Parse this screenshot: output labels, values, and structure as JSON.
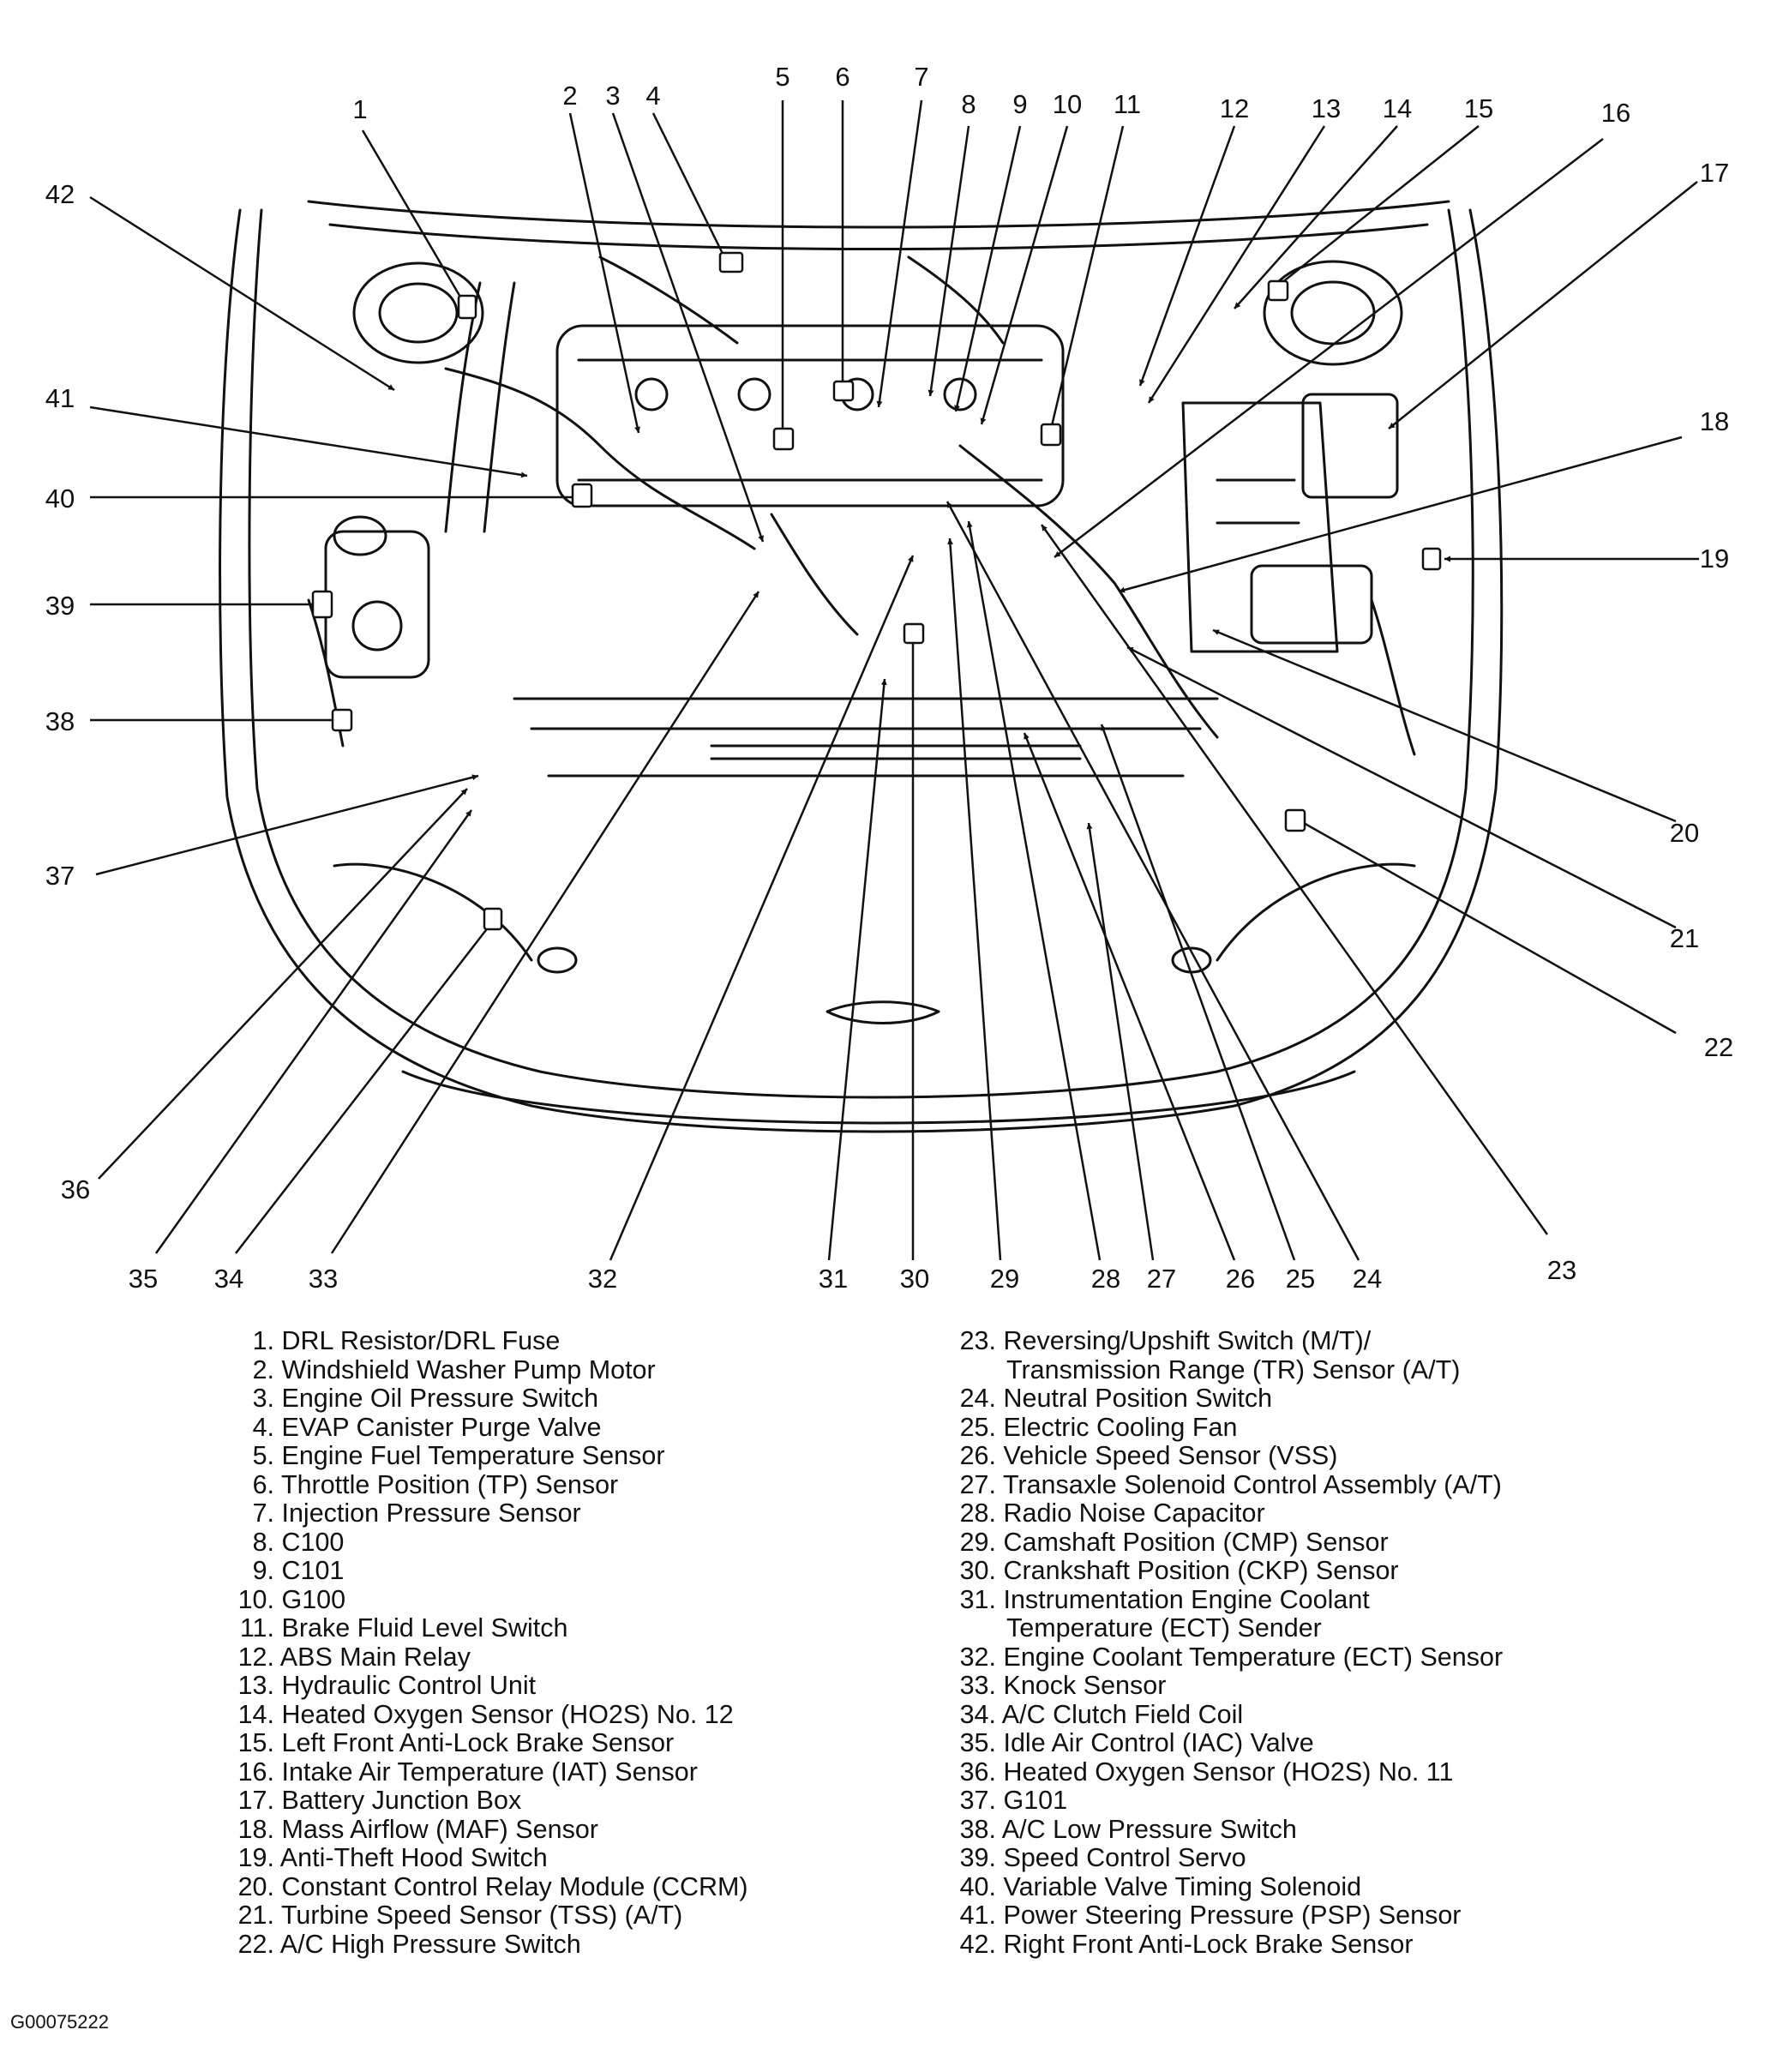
{
  "figure_code": "G00075222",
  "callouts": [
    {
      "n": "1"
    },
    {
      "n": "2"
    },
    {
      "n": "3"
    },
    {
      "n": "4"
    },
    {
      "n": "5"
    },
    {
      "n": "6"
    },
    {
      "n": "7"
    },
    {
      "n": "8"
    },
    {
      "n": "9"
    },
    {
      "n": "10"
    },
    {
      "n": "11"
    },
    {
      "n": "12"
    },
    {
      "n": "13"
    },
    {
      "n": "14"
    },
    {
      "n": "15"
    },
    {
      "n": "16"
    },
    {
      "n": "17"
    },
    {
      "n": "18"
    },
    {
      "n": "19"
    },
    {
      "n": "20"
    },
    {
      "n": "21"
    },
    {
      "n": "22"
    },
    {
      "n": "23"
    },
    {
      "n": "24"
    },
    {
      "n": "25"
    },
    {
      "n": "26"
    },
    {
      "n": "27"
    },
    {
      "n": "28"
    },
    {
      "n": "29"
    },
    {
      "n": "30"
    },
    {
      "n": "31"
    },
    {
      "n": "32"
    },
    {
      "n": "33"
    },
    {
      "n": "34"
    },
    {
      "n": "35"
    },
    {
      "n": "36"
    },
    {
      "n": "37"
    },
    {
      "n": "38"
    },
    {
      "n": "39"
    },
    {
      "n": "40"
    },
    {
      "n": "41"
    },
    {
      "n": "42"
    }
  ],
  "legend_left": [
    {
      "num": "1.",
      "text": "DRL Resistor/DRL Fuse"
    },
    {
      "num": "2.",
      "text": "Windshield Washer Pump Motor"
    },
    {
      "num": "3.",
      "text": "Engine Oil Pressure Switch"
    },
    {
      "num": "4.",
      "text": "EVAP Canister Purge Valve"
    },
    {
      "num": "5.",
      "text": "Engine Fuel Temperature Sensor"
    },
    {
      "num": "6.",
      "text": "Throttle Position (TP) Sensor"
    },
    {
      "num": "7.",
      "text": "Injection Pressure Sensor"
    },
    {
      "num": "8.",
      "text": "C100"
    },
    {
      "num": "9.",
      "text": "C101"
    },
    {
      "num": "10.",
      "text": "G100"
    },
    {
      "num": "11.",
      "text": "Brake Fluid Level Switch"
    },
    {
      "num": "12.",
      "text": "ABS Main Relay"
    },
    {
      "num": "13.",
      "text": "Hydraulic Control Unit"
    },
    {
      "num": "14.",
      "text": "Heated Oxygen Sensor (HO2S) No. 12"
    },
    {
      "num": "15.",
      "text": "Left Front Anti-Lock Brake Sensor"
    },
    {
      "num": "16.",
      "text": "Intake Air Temperature (IAT) Sensor"
    },
    {
      "num": "17.",
      "text": "Battery Junction Box"
    },
    {
      "num": "18.",
      "text": "Mass Airflow (MAF) Sensor"
    },
    {
      "num": "19.",
      "text": "Anti-Theft Hood Switch"
    },
    {
      "num": "20.",
      "text": "Constant Control Relay Module (CCRM)"
    },
    {
      "num": "21.",
      "text": "Turbine Speed Sensor (TSS) (A/T)"
    },
    {
      "num": "22.",
      "text": "A/C High Pressure Switch"
    }
  ],
  "legend_right": [
    {
      "num": "23.",
      "text": "Reversing/Upshift Switch (M/T)/",
      "cont": "Transmission Range (TR) Sensor (A/T)"
    },
    {
      "num": "24.",
      "text": "Neutral Position Switch"
    },
    {
      "num": "25.",
      "text": "Electric Cooling Fan"
    },
    {
      "num": "26.",
      "text": "Vehicle Speed Sensor (VSS)"
    },
    {
      "num": "27.",
      "text": "Transaxle Solenoid Control Assembly (A/T)"
    },
    {
      "num": "28.",
      "text": "Radio Noise Capacitor"
    },
    {
      "num": "29.",
      "text": "Camshaft Position (CMP) Sensor"
    },
    {
      "num": "30.",
      "text": "Crankshaft Position (CKP) Sensor"
    },
    {
      "num": "31.",
      "text": "Instrumentation Engine Coolant",
      "cont": "Temperature (ECT) Sender"
    },
    {
      "num": "32.",
      "text": "Engine Coolant Temperature (ECT) Sensor"
    },
    {
      "num": "33.",
      "text": "Knock Sensor"
    },
    {
      "num": "34.",
      "text": "A/C Clutch Field Coil"
    },
    {
      "num": "35.",
      "text": "Idle Air Control (IAC) Valve"
    },
    {
      "num": "36.",
      "text": "Heated Oxygen Sensor (HO2S) No. 11"
    },
    {
      "num": "37.",
      "text": "G101"
    },
    {
      "num": "38.",
      "text": "A/C Low Pressure Switch"
    },
    {
      "num": "39.",
      "text": "Speed Control Servo"
    },
    {
      "num": "40.",
      "text": "Variable Valve Timing Solenoid"
    },
    {
      "num": "41.",
      "text": "Power Steering Pressure (PSP) Sensor"
    },
    {
      "num": "42.",
      "text": "Right Front Anti-Lock Brake Sensor"
    }
  ]
}
